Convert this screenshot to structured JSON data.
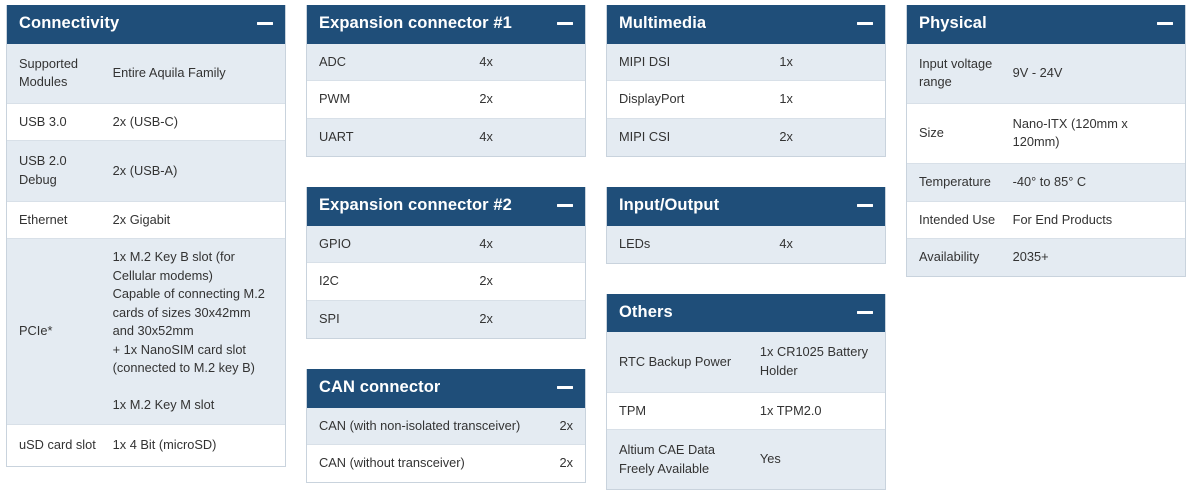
{
  "collapse_icon": "minus-icon",
  "colors": {
    "header_bg": "#1f4e79",
    "header_text": "#ffffff",
    "row_alt_bg": "#e4ebf2",
    "row_bg": "#ffffff",
    "border": "#c9d3dd",
    "text": "#333333"
  },
  "panels": {
    "connectivity": {
      "title": "Connectivity",
      "rows": [
        {
          "label": "Supported Modules",
          "value": "Entire Aquila Family"
        },
        {
          "label": "USB 3.0",
          "value": "2x (USB-C)"
        },
        {
          "label": "USB 2.0 Debug",
          "value": "2x (USB-A)"
        },
        {
          "label": "Ethernet",
          "value": "2x Gigabit"
        },
        {
          "label": "PCIe*",
          "value": "1x M.2 Key B slot (for Cellular modems)\nCapable of connecting M.2 cards of sizes 30x42mm and 30x52mm\n+ 1x NanoSIM card slot (connected to M.2 key B)\n\n1x M.2 Key M slot"
        },
        {
          "label": "uSD card slot",
          "value": "1x 4 Bit (microSD)"
        }
      ]
    },
    "expansion1": {
      "title": "Expansion connector #1",
      "rows": [
        {
          "label": "ADC",
          "value": "4x"
        },
        {
          "label": "PWM",
          "value": "2x"
        },
        {
          "label": "UART",
          "value": "4x"
        }
      ]
    },
    "expansion2": {
      "title": "Expansion connector #2",
      "rows": [
        {
          "label": "GPIO",
          "value": "4x"
        },
        {
          "label": "I2C",
          "value": "2x"
        },
        {
          "label": "SPI",
          "value": "2x"
        }
      ]
    },
    "can": {
      "title": "CAN connector",
      "rows": [
        {
          "label": "CAN (with non-isolated transceiver)",
          "value": "2x"
        },
        {
          "label": "CAN (without transceiver)",
          "value": "2x"
        }
      ]
    },
    "multimedia": {
      "title": "Multimedia",
      "rows": [
        {
          "label": "MIPI DSI",
          "value": "1x"
        },
        {
          "label": "DisplayPort",
          "value": "1x"
        },
        {
          "label": "MIPI CSI",
          "value": "2x"
        }
      ]
    },
    "input_output": {
      "title": "Input/Output",
      "rows": [
        {
          "label": "LEDs",
          "value": "4x"
        }
      ]
    },
    "others": {
      "title": "Others",
      "rows": [
        {
          "label": "RTC Backup Power",
          "value": "1x CR1025 Battery Holder"
        },
        {
          "label": "TPM",
          "value": "1x TPM2.0"
        },
        {
          "label": "Altium CAE Data Freely Available",
          "value": "Yes"
        }
      ]
    },
    "physical": {
      "title": "Physical",
      "rows": [
        {
          "label": "Input voltage range",
          "value": "9V - 24V"
        },
        {
          "label": "Size",
          "value": "Nano-ITX (120mm x 120mm)"
        },
        {
          "label": "Temperature",
          "value": "-40° to 85° C"
        },
        {
          "label": "Intended Use",
          "value": "For End Products"
        },
        {
          "label": "Availability",
          "value": "2035+"
        }
      ]
    }
  }
}
